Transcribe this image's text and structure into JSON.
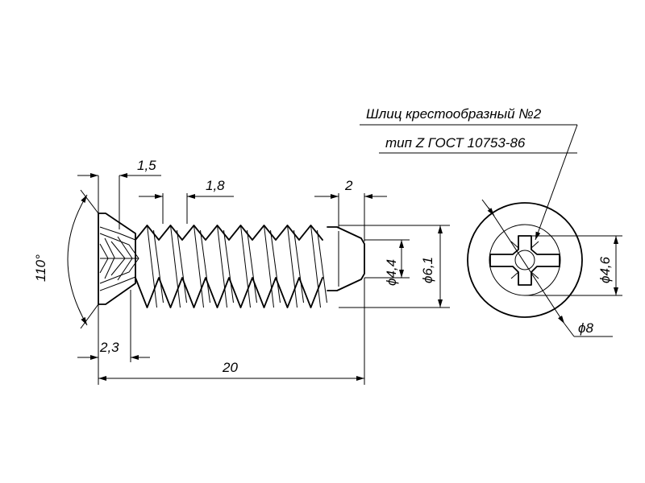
{
  "note": {
    "line1": "Шлиц крестообразный №2",
    "line2": "тип Z ГОСТ 10753-86"
  },
  "dimensions": {
    "head_height": "1,5",
    "thread_pitch": "1,8",
    "tip_length": "2",
    "head_angle": "110°",
    "countersink_depth": "2,3",
    "overall_length": "20",
    "inner_diameter": "ϕ4,4",
    "outer_diameter": "ϕ6,1",
    "recess_diameter": "ϕ4,6",
    "head_diameter": "ϕ8"
  }
}
